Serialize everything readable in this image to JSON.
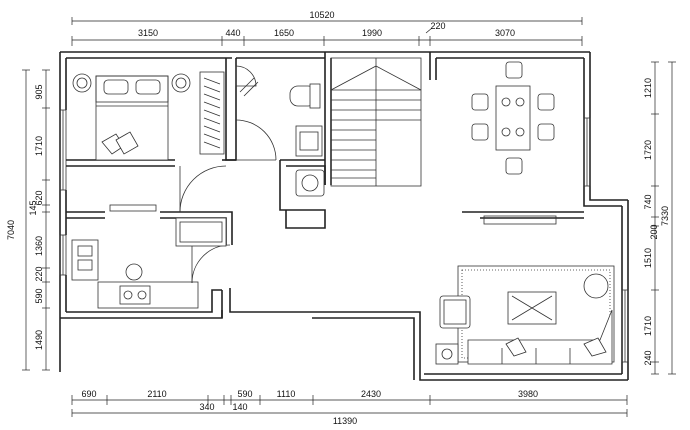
{
  "drawing": {
    "top_overall": "10520",
    "top_segments": [
      "3150",
      "440",
      "1650",
      "1990",
      "220",
      "3070"
    ],
    "bottom_segments_inner": [
      "690",
      "2110",
      "590",
      "1110",
      "2430",
      "3980"
    ],
    "bottom_small": [
      "340",
      "140"
    ],
    "bottom_overall": "11390",
    "left_overall": "7040",
    "left_segments": [
      "905",
      "1710",
      "620",
      "145",
      "1360",
      "220",
      "590",
      "1490"
    ],
    "right_segments": [
      "1210",
      "1720",
      "740",
      "200",
      "1510",
      "1710",
      "240"
    ],
    "right_overall": "7330"
  }
}
